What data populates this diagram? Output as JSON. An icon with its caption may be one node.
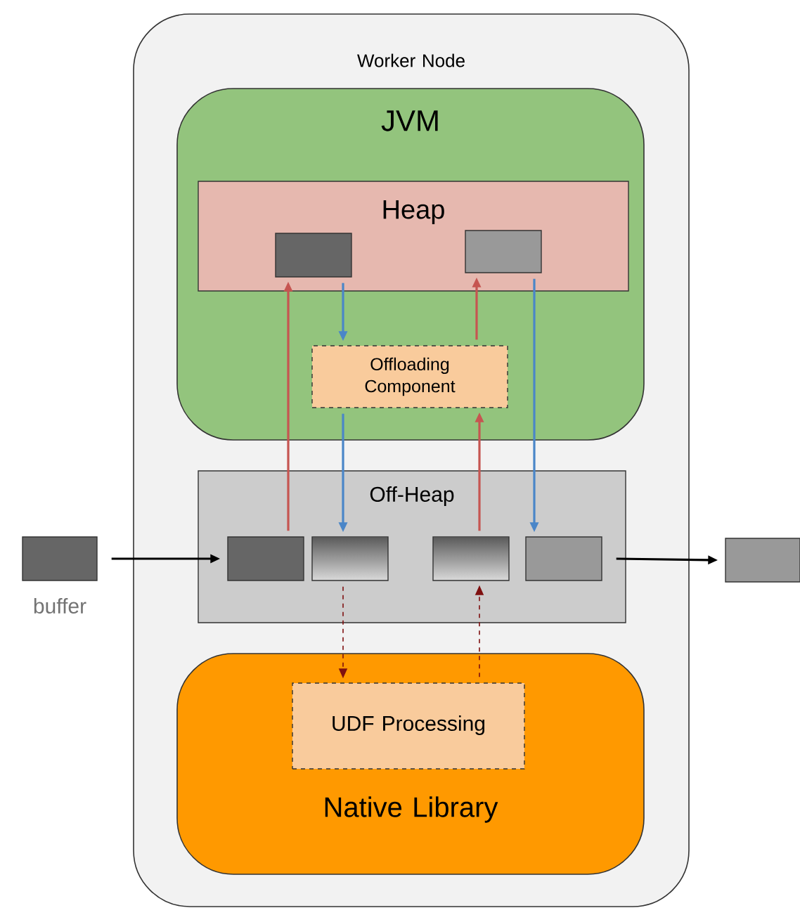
{
  "diagram": {
    "nodes": [
      {
        "text": [
          "Worker Node"
        ]
      },
      {
        "text": [
          "JVM"
        ],
        "in": 0
      },
      {
        "text": [
          "Heap"
        ],
        "in": 1
      },
      {
        "text": [],
        "shape": "box",
        "in": 2
      },
      {
        "text": [],
        "shape": "box",
        "in": 2
      },
      {
        "text": [
          "Offloading Component"
        ],
        "in": 1
      },
      {
        "text": [
          "Off-Heap"
        ],
        "in": 0
      },
      {
        "text": [],
        "shape": "box",
        "in": 6
      },
      {
        "text": [],
        "shape": "box",
        "in": 6
      },
      {
        "text": [],
        "shape": "box",
        "in": 6
      },
      {
        "text": [],
        "shape": "box",
        "in": 6
      },
      {
        "text": [
          "Native Library"
        ],
        "in": 0
      },
      {
        "text": [
          "UDF Processing"
        ],
        "in": 11
      },
      {
        "text": [],
        "shape": "box",
        "beside": [
          "buffer"
        ]
      },
      {
        "text": [],
        "shape": "box"
      }
    ],
    "edges": [
      {
        "from": 13,
        "to": 7,
        "arrow": "to",
        "color": "#000000"
      },
      {
        "from": 7,
        "to": 3,
        "arrow": "to",
        "color": "#c65551"
      },
      {
        "from": 3,
        "to": 5,
        "arrow": "to",
        "color": "#4a86c8"
      },
      {
        "from": 5,
        "to": 8,
        "arrow": "to",
        "color": "#4a86c8"
      },
      {
        "from": 9,
        "to": 5,
        "arrow": "to",
        "color": "#c65551"
      },
      {
        "from": 5,
        "to": 4,
        "arrow": "to",
        "color": "#c65551"
      },
      {
        "from": 4,
        "to": 10,
        "arrow": "to",
        "color": "#4a86c8"
      },
      {
        "from": 8,
        "to": 12,
        "arrow": "to",
        "style": "dashed",
        "color": "#7f1010"
      },
      {
        "from": 12,
        "to": 9,
        "arrow": "to",
        "style": "dashed",
        "color": "#7f1010"
      },
      {
        "from": 10,
        "to": 14,
        "arrow": "to",
        "color": "#000000"
      }
    ]
  }
}
